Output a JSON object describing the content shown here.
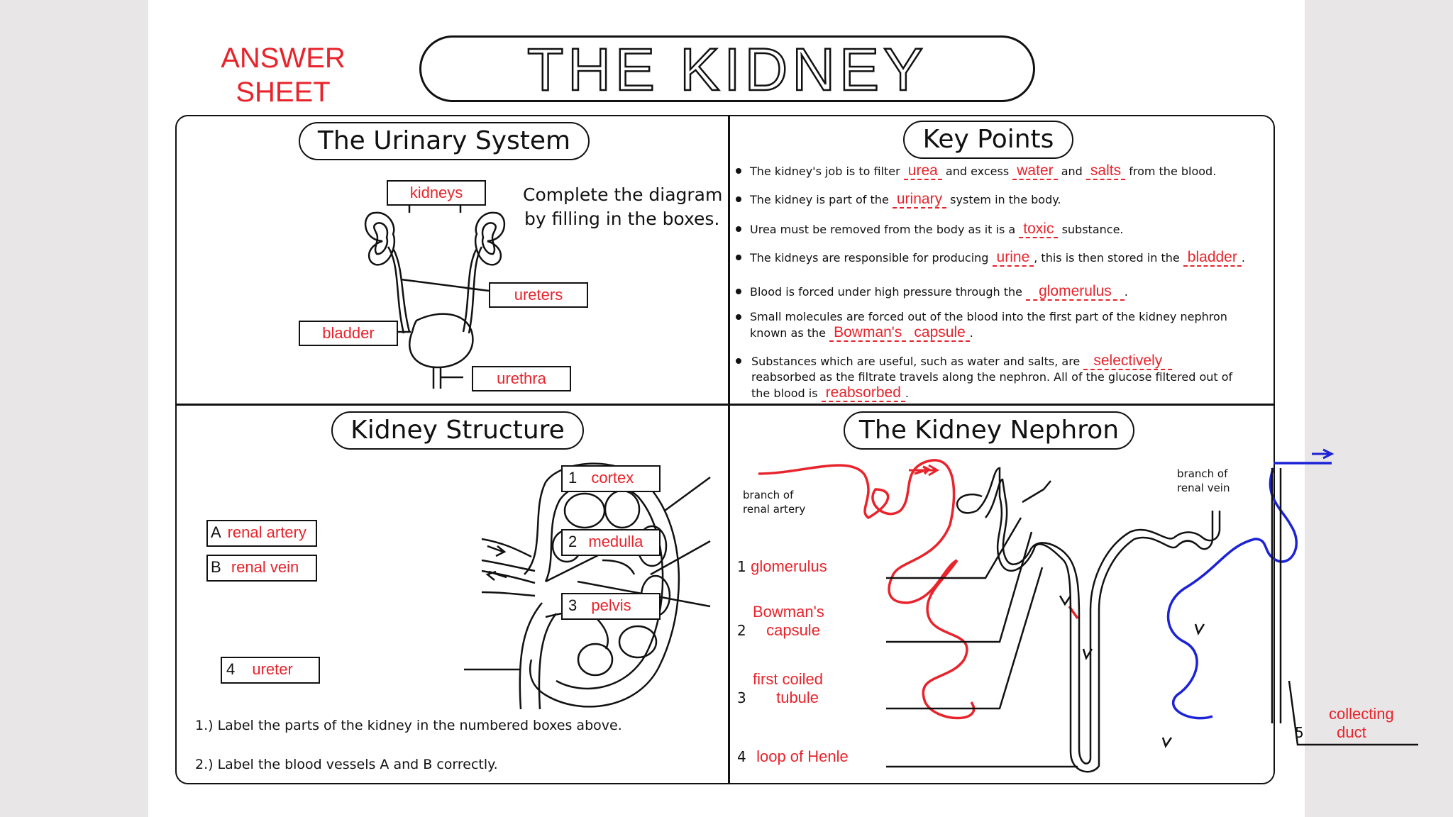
{
  "header": {
    "answer_line1": "ANSWER",
    "answer_line2": "SHEET",
    "title": "THE KIDNEY"
  },
  "urinary": {
    "title": "The Urinary System",
    "instruction_line1": "Complete the diagram",
    "instruction_line2": "by filling in the boxes.",
    "labels": {
      "kidneys": "kidneys",
      "ureters": "ureters",
      "bladder": "bladder",
      "urethra": "urethra"
    }
  },
  "keypoints": {
    "title": "Key Points",
    "p1": {
      "a": "The kidney's job is to filter",
      "b1": "urea",
      "b": "and excess",
      "b2": "water",
      "c": "and",
      "b3": "salts",
      "d": "from the blood."
    },
    "p2": {
      "a": "The kidney is part of the",
      "b1": "urinary",
      "b": "system in the body."
    },
    "p3": {
      "a": "Urea must be removed from the body as it is a",
      "b1": "toxic",
      "b": "substance."
    },
    "p4": {
      "a": "The kidneys are responsible for producing",
      "b1": "urine",
      "b": ", this is then stored in the",
      "b2": "bladder",
      "c": "."
    },
    "p5": {
      "a": "Blood is forced under high pressure through the",
      "b1": "glomerulus",
      "b": "."
    },
    "p6": {
      "a": "Small molecules are forced out of the blood into the first part of the kidney nephron",
      "a2": "known as the",
      "b1": "Bowman's",
      "b2": "capsule",
      "b": "."
    },
    "p7": {
      "a": "Substances which are useful, such as water and salts, are",
      "b1": "selectively",
      "a2": "reabsorbed as the filtrate travels along the nephron. All of the glucose filtered out of",
      "a3": "the blood is",
      "b2": "reabsorbed",
      "b": "."
    }
  },
  "structure": {
    "title": "Kidney Structure",
    "boxes": {
      "cortex": {
        "num": "1",
        "label": "cortex"
      },
      "medulla": {
        "num": "2",
        "label": "medulla"
      },
      "pelvis": {
        "num": "3",
        "label": "pelvis"
      },
      "ureter": {
        "num": "4",
        "label": "ureter"
      },
      "renal_artery": {
        "letter": "A",
        "label": "renal artery"
      },
      "renal_vein": {
        "letter": "B",
        "label": "renal vein"
      }
    },
    "instructions": [
      "1.) Label the parts of the kidney in the numbered boxes above.",
      "2.) Label the blood vessels A and B correctly."
    ]
  },
  "nephron": {
    "title": "The Kidney Nephron",
    "artery_label_1": "branch of",
    "artery_label_2": "renal artery",
    "vein_label_1": "branch of",
    "vein_label_2": "renal vein",
    "labels": [
      {
        "num": "1",
        "line1": "glomerulus",
        "line2": ""
      },
      {
        "num": "2",
        "line1": "Bowman's",
        "line2": "capsule"
      },
      {
        "num": "3",
        "line1": "first coiled",
        "line2": "tubule"
      },
      {
        "num": "4",
        "line1": "loop of Henle",
        "line2": ""
      },
      {
        "num": "5",
        "line1": "collecting",
        "line2": "duct"
      }
    ]
  },
  "colors": {
    "answer_red": "#e8232b",
    "vein_blue": "#1c22d6",
    "ink": "#111111"
  }
}
